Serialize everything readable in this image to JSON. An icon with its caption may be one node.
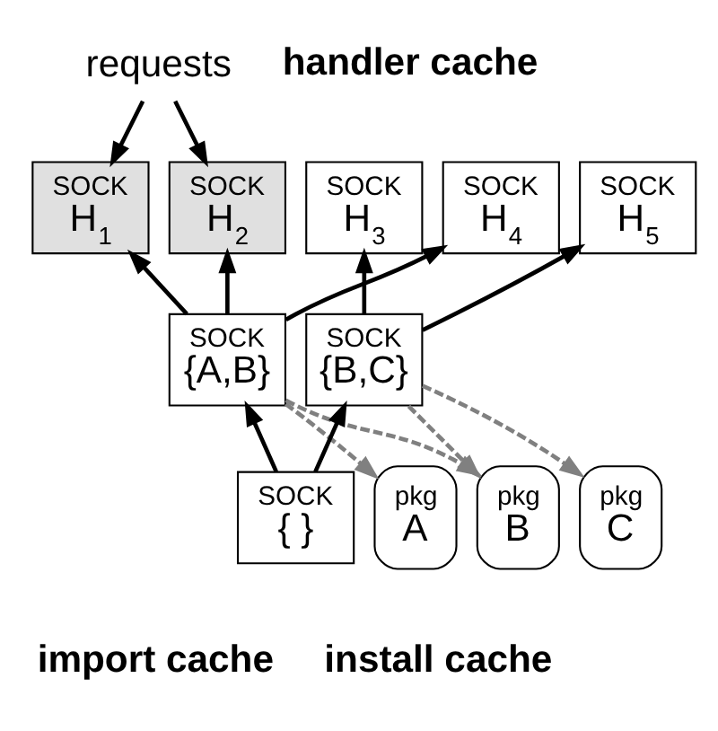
{
  "diagram": {
    "nodes": [
      {
        "text": [
          "SOCK",
          "H$_{1}$"
        ]
      },
      {
        "text": [
          "SOCK",
          "H$_{2}$"
        ]
      },
      {
        "text": [
          "SOCK",
          "H$_{3}$"
        ]
      },
      {
        "text": [
          "SOCK",
          "H$_{4}$"
        ]
      },
      {
        "text": [
          "SOCK",
          "H$_{5}$"
        ]
      },
      {
        "text": [
          "SOCK",
          "{A,B}"
        ]
      },
      {
        "text": [
          "SOCK",
          "{B,C}"
        ]
      },
      {
        "text": [
          "SOCK",
          "{ }"
        ]
      },
      {
        "text": [
          "pkg",
          "A"
        ]
      },
      {
        "text": [
          "pkg",
          "B"
        ]
      },
      {
        "text": [
          "pkg",
          "C"
        ]
      },
      {
        "text": [
          "requests"
        ]
      }
    ],
    "edges": [
      {
        "from": 11,
        "to": 0,
        "arrow": "to"
      },
      {
        "from": 11,
        "to": 1,
        "arrow": "to"
      },
      {
        "from": 5,
        "to": 0,
        "arrow": "to"
      },
      {
        "from": 5,
        "to": 1,
        "arrow": "to"
      },
      {
        "from": 5,
        "to": 3,
        "arrow": "to"
      },
      {
        "from": 6,
        "to": 2,
        "arrow": "to"
      },
      {
        "from": 6,
        "to": 4,
        "arrow": "to"
      },
      {
        "from": 7,
        "to": 5,
        "arrow": "to"
      },
      {
        "from": 7,
        "to": 6,
        "arrow": "to"
      },
      {
        "from": 5,
        "to": 8,
        "arrow": "to",
        "style": "dashed",
        "color": "#808080"
      },
      {
        "from": 5,
        "to": 9,
        "arrow": "to",
        "style": "dashed",
        "color": "#808080"
      },
      {
        "from": 6,
        "to": 9,
        "arrow": "to",
        "style": "dashed",
        "color": "#808080"
      },
      {
        "from": 6,
        "to": 10,
        "arrow": "to",
        "style": "dashed",
        "color": "#808080"
      }
    ],
    "labels": [
      "handler cache",
      "import cache",
      "install cache"
    ]
  }
}
